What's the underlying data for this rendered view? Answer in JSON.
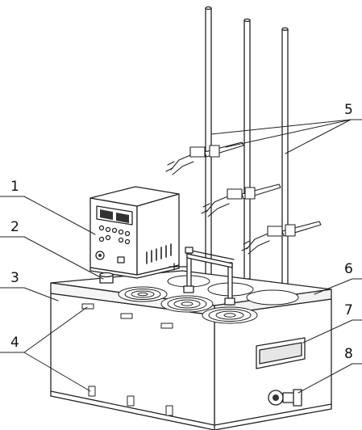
{
  "diagram": {
    "callouts": [
      {
        "id": "1",
        "label": "1"
      },
      {
        "id": "2",
        "label": "2"
      },
      {
        "id": "3",
        "label": "3"
      },
      {
        "id": "4",
        "label": "4"
      },
      {
        "id": "5",
        "label": "5"
      },
      {
        "id": "6",
        "label": "6"
      },
      {
        "id": "7",
        "label": "7"
      },
      {
        "id": "8",
        "label": "8"
      }
    ],
    "colors": {
      "line": "#222222",
      "fill": "#ffffff",
      "shade": "#e6e6e6",
      "dark": "#333333"
    }
  }
}
